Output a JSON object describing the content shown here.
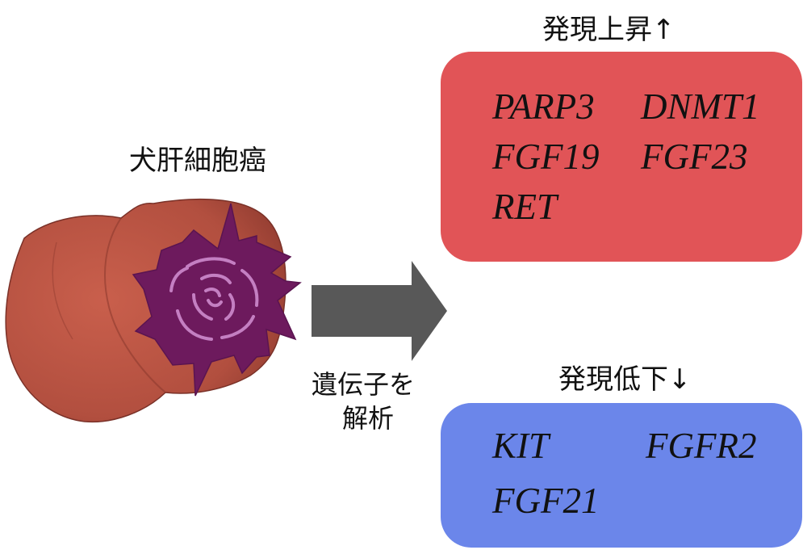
{
  "liver": {
    "title": "犬肝細胞癌"
  },
  "arrow": {
    "caption_line1": "遺伝子を",
    "caption_line2": "解析"
  },
  "upregulated": {
    "title": "発現上昇",
    "arrow_glyph": "↑",
    "color": "#e15457",
    "genes": [
      "PARP3",
      "DNMT1",
      "FGF19",
      "FGF23",
      "RET"
    ]
  },
  "downregulated": {
    "title": "発現低下",
    "arrow_glyph": "↓",
    "color": "#6b86ea",
    "genes": [
      "KIT",
      "FGFR2",
      "FGF21"
    ]
  }
}
